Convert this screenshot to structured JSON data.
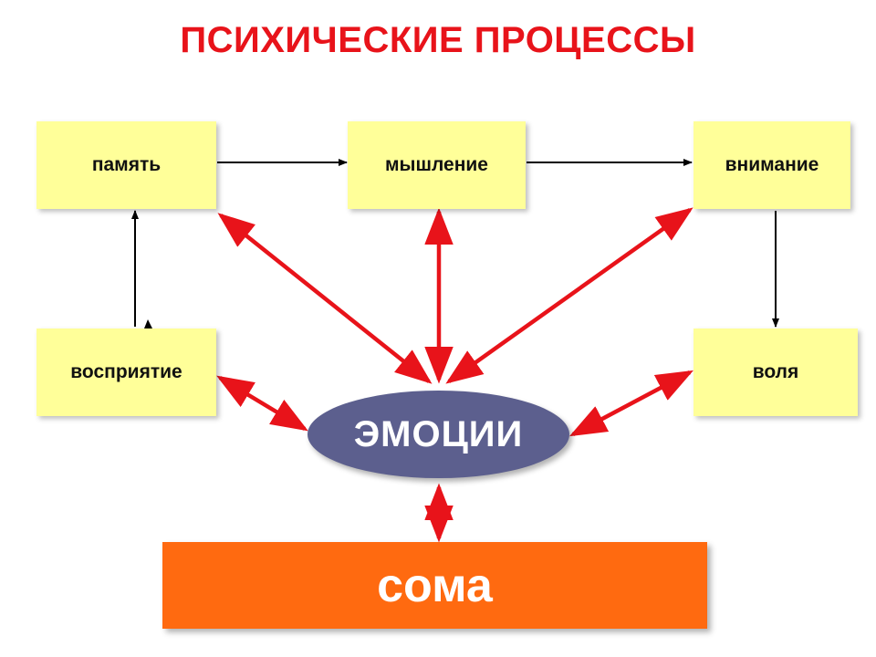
{
  "title": "ПСИХИЧЕСКИЕ ПРОЦЕССЫ",
  "nodes": {
    "pamyat": "память",
    "myshlenie": "мышление",
    "vnimanie": "внимание",
    "vospriyatie": "восприятие",
    "volya": "воля",
    "emotsii": "ЭМОЦИИ",
    "soma": "сома"
  },
  "colors": {
    "title": "#e8131a",
    "box_fill": "#ffff99",
    "ellipse_fill": "#5c5f8e",
    "soma_fill": "#ff6a10",
    "red_arrow": "#e8131a",
    "black_arrow": "#000000"
  },
  "edges": [
    {
      "from": "pamyat",
      "to": "myshlenie",
      "style": "black",
      "direction": "forward"
    },
    {
      "from": "myshlenie",
      "to": "vnimanie",
      "style": "black",
      "direction": "forward"
    },
    {
      "from": "vnimanie",
      "to": "volya",
      "style": "black",
      "direction": "forward"
    },
    {
      "from": "vospriyatie",
      "to": "pamyat",
      "style": "black",
      "direction": "forward"
    },
    {
      "from": "emotsii",
      "to": "pamyat",
      "style": "red",
      "direction": "both"
    },
    {
      "from": "emotsii",
      "to": "myshlenie",
      "style": "red",
      "direction": "both"
    },
    {
      "from": "emotsii",
      "to": "vnimanie",
      "style": "red",
      "direction": "both"
    },
    {
      "from": "emotsii",
      "to": "vospriyatie",
      "style": "red",
      "direction": "both"
    },
    {
      "from": "emotsii",
      "to": "volya",
      "style": "red",
      "direction": "both"
    },
    {
      "from": "emotsii",
      "to": "soma",
      "style": "red",
      "direction": "both"
    }
  ]
}
